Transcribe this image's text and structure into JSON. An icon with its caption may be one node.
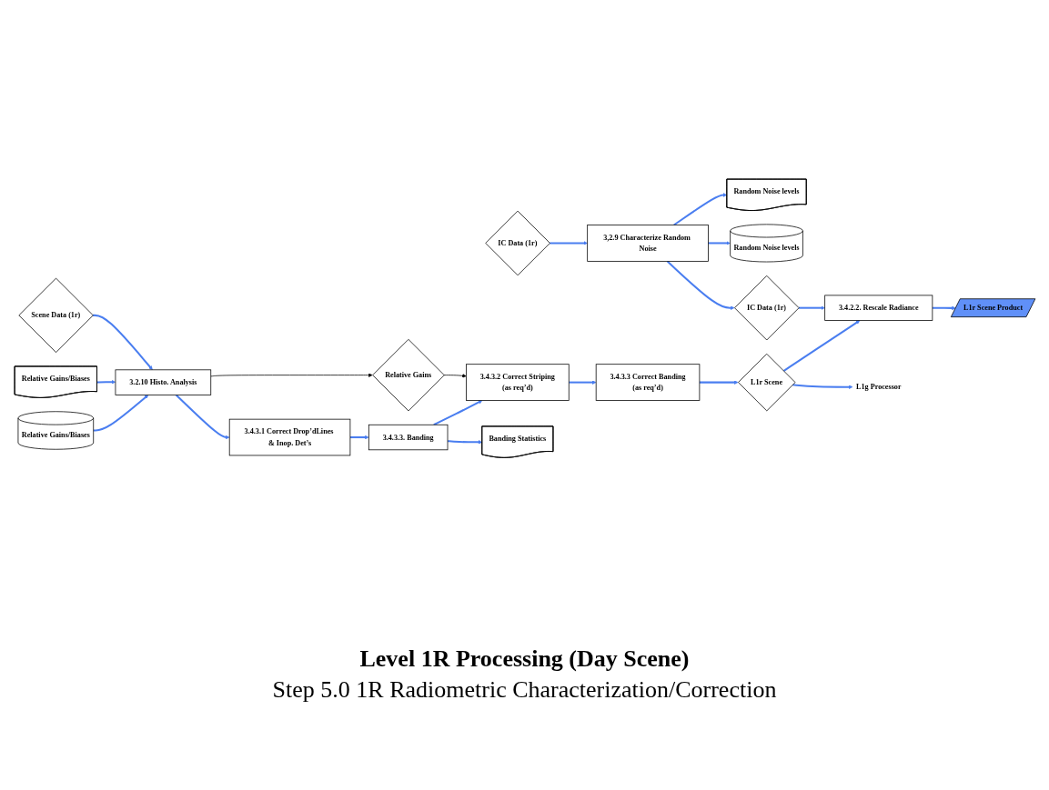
{
  "diagram": {
    "title": "Level 1R  Processing (Day Scene)",
    "caption": "Step 5.0 1R Radiometric Characterization/Correction",
    "nodes": [
      {
        "text": [
          "Random Noise levels"
        ]
      },
      {
        "text": [
          "Random Noise levels"
        ]
      },
      {
        "text": [
          "IC Data (1r)"
        ]
      },
      {
        "text": [
          "3,2.9 Characterize Random Noise"
        ]
      },
      {
        "text": [
          "IC Data (1r)"
        ]
      },
      {
        "text": [
          "3.4.2.2. Rescale Radiance"
        ]
      },
      {
        "text": [
          "L1r Scene Product"
        ]
      },
      {
        "text": [
          "L1r Scene"
        ]
      },
      {
        "text": [
          "L1g Processor"
        ]
      },
      {
        "text": [
          "Relative Gains"
        ]
      },
      {
        "text": [
          "Scene Data (1r)"
        ]
      },
      {
        "text": [
          "3.2.10 Histo. Analysis"
        ]
      },
      {
        "text": [
          "3.4.3.1 Correct Drop’dLines & Inop. Det’s"
        ]
      },
      {
        "text": [
          "3.4.3.3. Banding"
        ]
      },
      {
        "text": [
          "3.4.3.2 Correct Striping",
          "(as req’d)"
        ]
      },
      {
        "text": [
          "3.4.3.3 Correct Banding",
          "(as req’d)"
        ]
      },
      {
        "text": [
          "Relative Gains/Biases"
        ]
      },
      {
        "text": [
          "Relative Gains/Biases"
        ]
      },
      {
        "text": [
          "Banding Statistics"
        ]
      }
    ],
    "edges": [
      {
        "from": 2,
        "to": 3,
        "arrow": "to"
      },
      {
        "from": 3,
        "to": 0,
        "arrow": "to"
      },
      {
        "from": 3,
        "to": 1,
        "arrow": "to"
      },
      {
        "from": 3,
        "to": 4,
        "arrow": "to"
      },
      {
        "from": 4,
        "to": 5,
        "arrow": "to"
      },
      {
        "from": 5,
        "to": 6,
        "arrow": "to"
      },
      {
        "from": 7,
        "to": 5,
        "arrow": "to"
      },
      {
        "from": 7,
        "to": 8,
        "arrow": "to"
      },
      {
        "from": 11,
        "to": 9,
        "arrow": "to",
        "color": "#000000"
      },
      {
        "from": 9,
        "to": 14,
        "arrow": "to",
        "color": "#000000"
      },
      {
        "from": 10,
        "to": 11,
        "arrow": "to"
      },
      {
        "from": 11,
        "to": 12,
        "arrow": "to"
      },
      {
        "from": 12,
        "to": 13,
        "arrow": "to"
      },
      {
        "from": 13,
        "to": 14,
        "arrow": "to"
      },
      {
        "from": 14,
        "to": 15,
        "arrow": "to"
      },
      {
        "from": 15,
        "to": 7,
        "arrow": "to"
      },
      {
        "from": 16,
        "to": 11,
        "arrow": "to"
      },
      {
        "from": 17,
        "to": 11,
        "arrow": "to"
      },
      {
        "from": 13,
        "to": 18,
        "arrow": "to"
      }
    ]
  }
}
